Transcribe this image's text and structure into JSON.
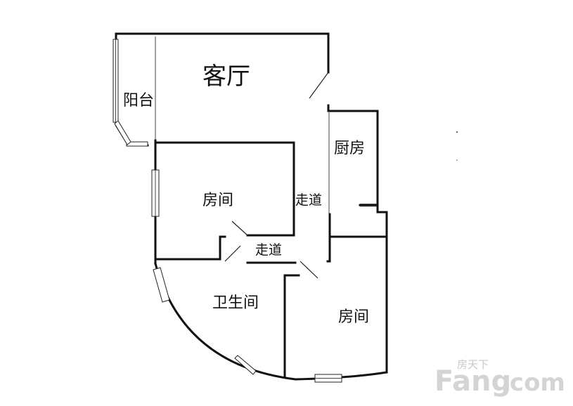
{
  "rooms": {
    "living_room": "客厅",
    "balcony": "阳台",
    "kitchen": "厨房",
    "bedroom_upper": "房间",
    "corridor_vertical": "走道",
    "corridor_horizontal": "走道",
    "bathroom": "卫生间",
    "bedroom_lower": "房间"
  },
  "watermark": {
    "brand_cn": "房天下",
    "brand_main": "Fang",
    "brand_suffix": ".com"
  },
  "colors": {
    "wall": "#111111",
    "watermark": "#d4d4d4"
  }
}
